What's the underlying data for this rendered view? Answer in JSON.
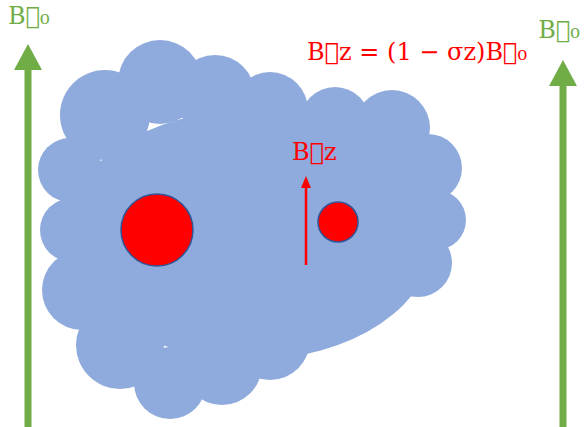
{
  "diagram": {
    "labels": [
      "B⃗₀",
      "B⃗z = (1 − σz)B⃗₀",
      "B⃗z",
      "B⃗₀"
    ]
  }
}
